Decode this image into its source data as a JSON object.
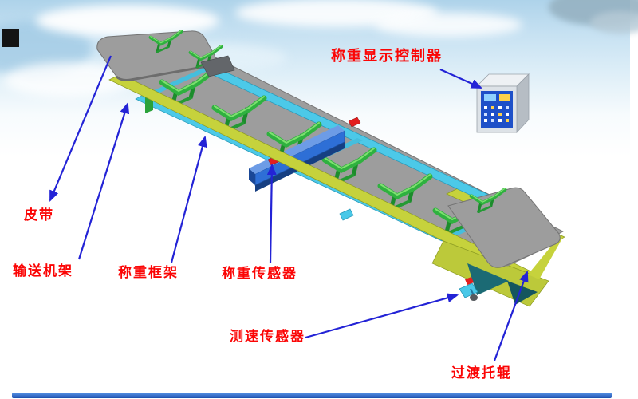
{
  "labels": {
    "controller": "称重显示控制器",
    "belt": "皮带",
    "conveyor_frame": "输送机架",
    "weighing_frame": "称重框架",
    "load_cell": "称重传感器",
    "speed_sensor": "测速传感器",
    "transition_idler": "过渡托辊"
  },
  "colors": {
    "label_text": "#fb0505",
    "arrow_blue": "#2323d6",
    "frame_yellow": "#c6d23c",
    "weighing_frame_cyan": "#4cc9e8",
    "idler_green": "#2fb13f",
    "beam_blue": "#2e6fd6",
    "belt_gray": "#9d9d9d",
    "controller_panel_blue": "#1e50c8"
  }
}
